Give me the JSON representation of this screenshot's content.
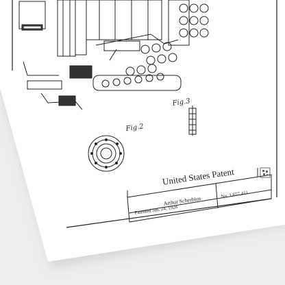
{
  "patent": {
    "title": "United States Patent",
    "inventor": "Arthur Scherbius",
    "patented_date": "Patented Jan. 24, 1928",
    "patent_number": "No. 1,657,411"
  },
  "figures": {
    "fig2_label": "Fig.2",
    "fig3_label": "Fig.3"
  },
  "colors": {
    "background": "#ededed",
    "paper": "#ffffff",
    "ink": "#222222"
  }
}
